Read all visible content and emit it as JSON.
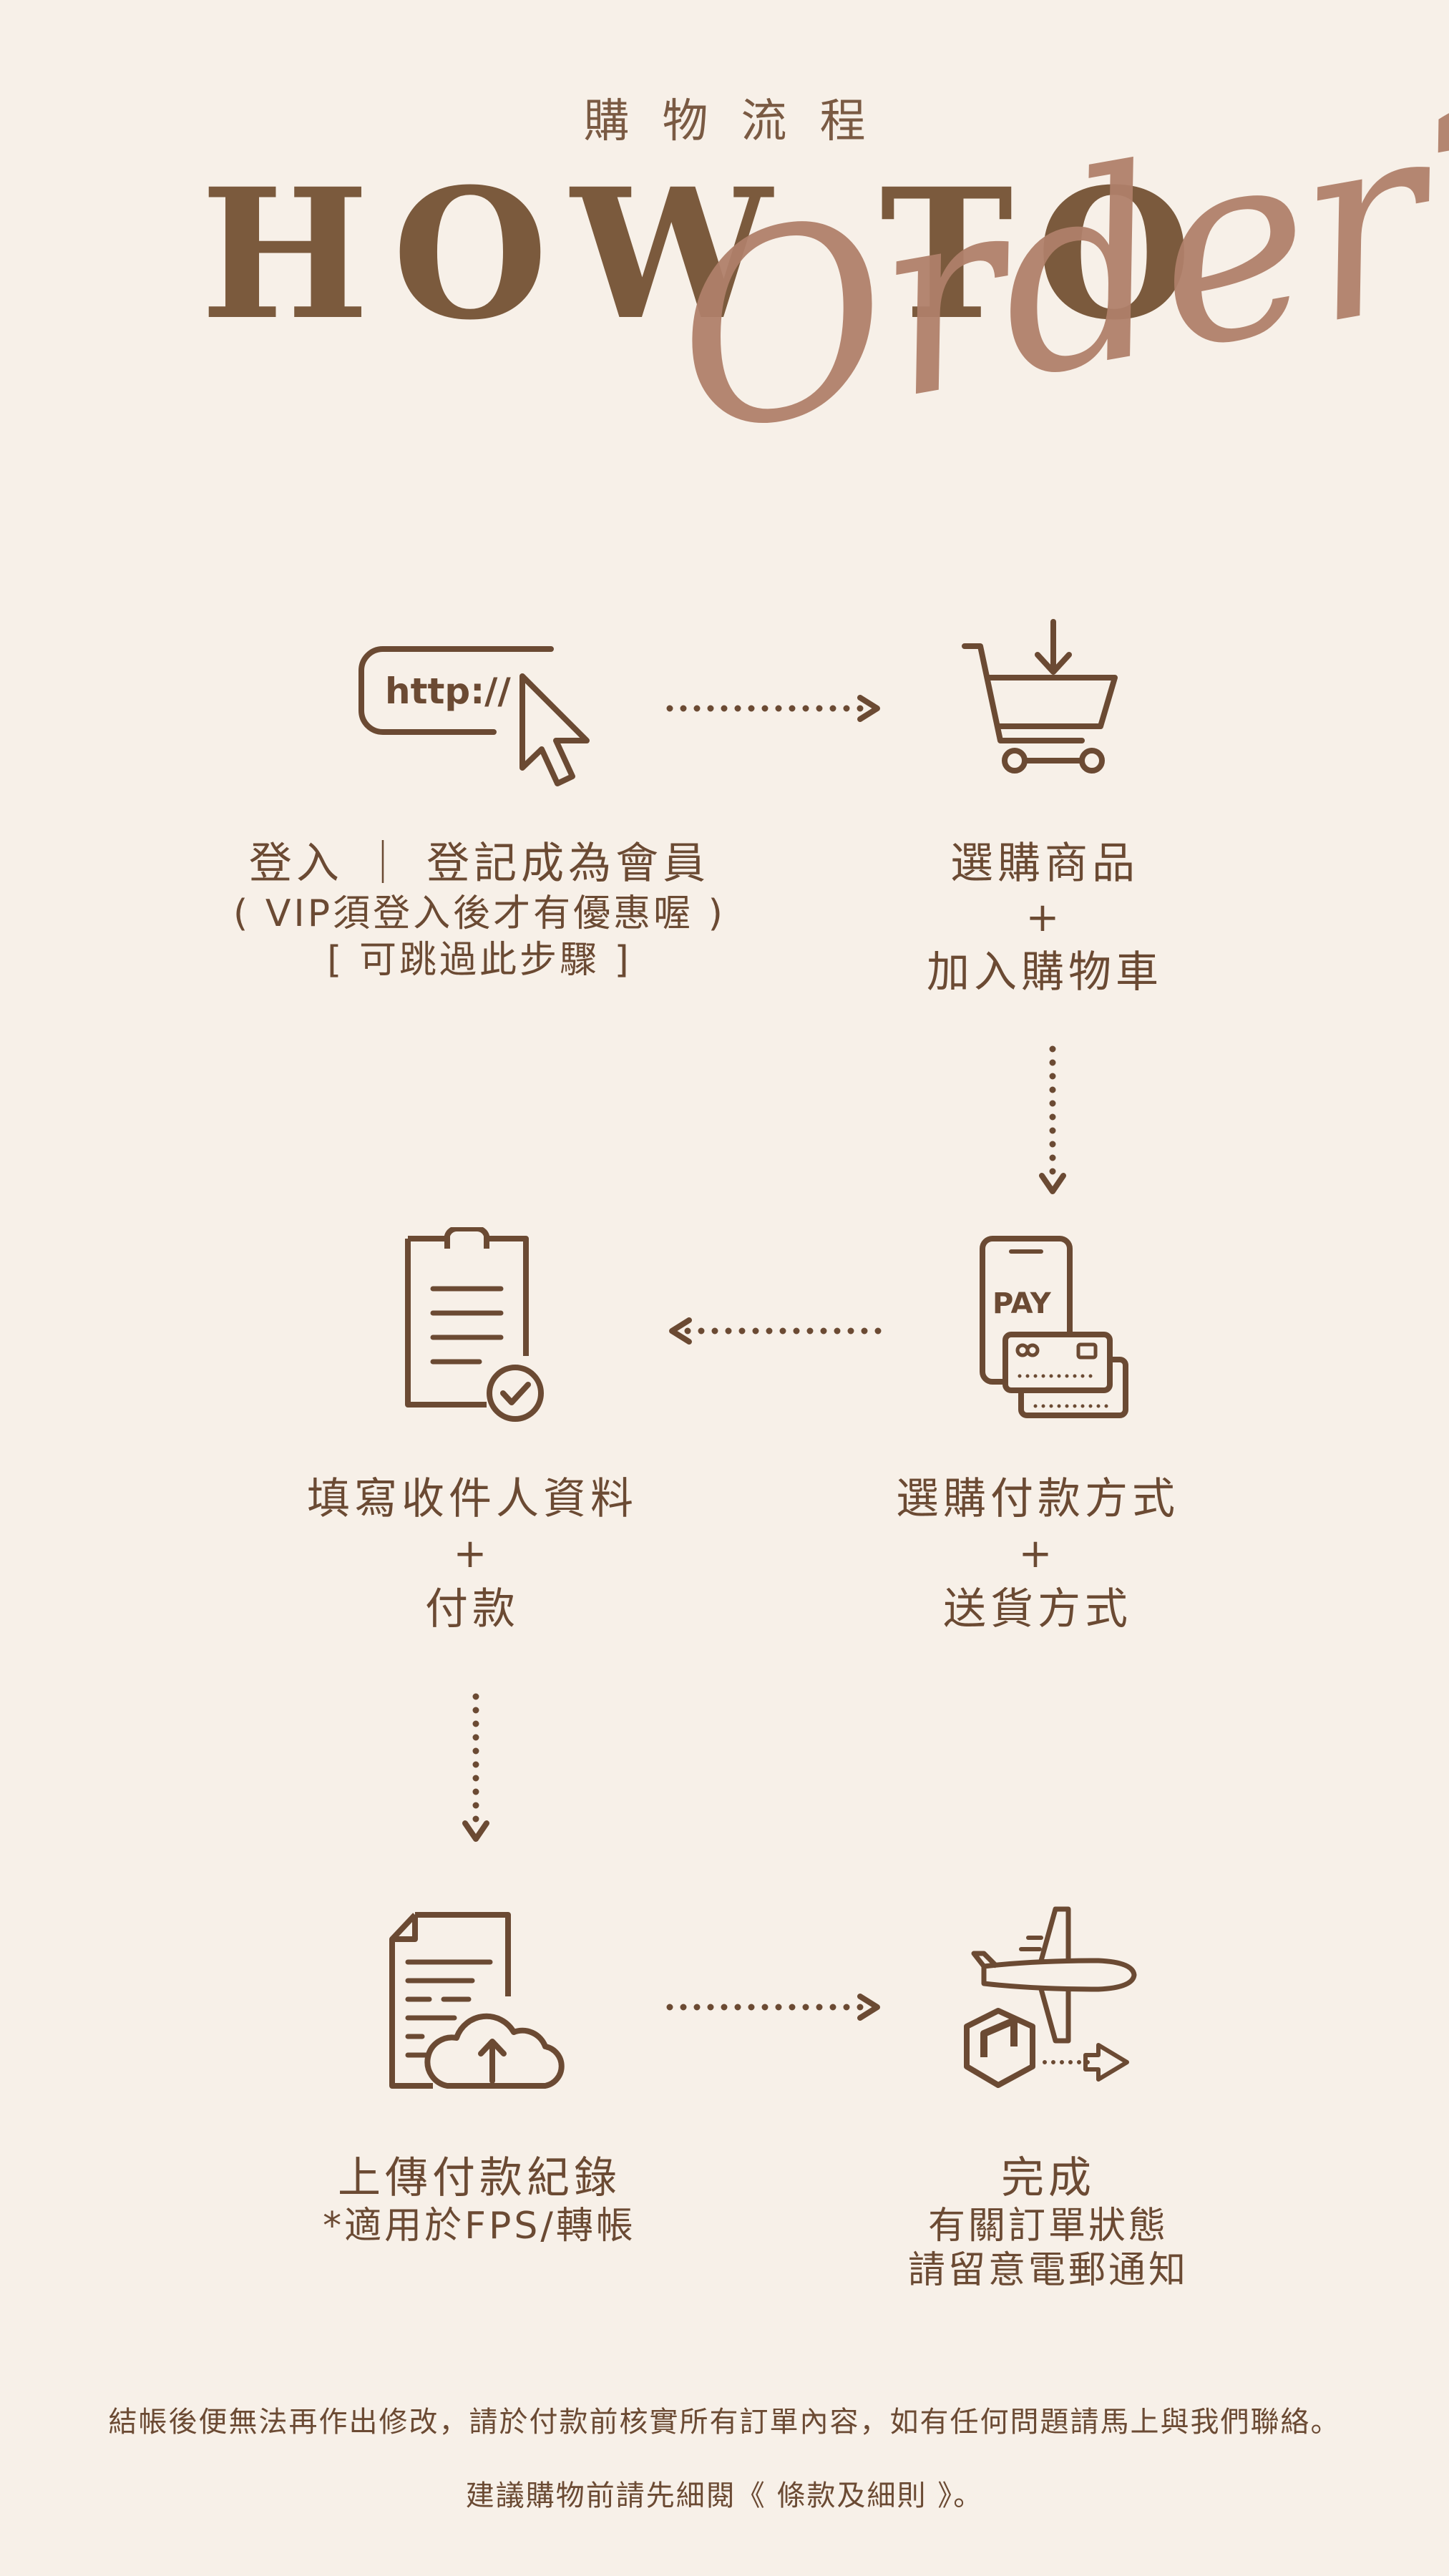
{
  "header": {
    "eyebrow": "購物流程",
    "title_line1": "HOW TO",
    "title_script": "Order?"
  },
  "steps": [
    {
      "icon": "http-cursor-icon",
      "icon_text": "http://",
      "line1": "登入 ｜ 登記成為會員",
      "line2": "( VIP須登入後才有優惠喔 )",
      "line3": "[ 可跳過此步驟 ]"
    },
    {
      "icon": "shopping-cart-icon",
      "line1": "選購商品",
      "plus": "+",
      "line2": "加入購物車"
    },
    {
      "icon": "mobile-pay-card-icon",
      "icon_text": "PAY",
      "line1": "選購付款方式",
      "plus": "+",
      "line2": "送貨方式"
    },
    {
      "icon": "clipboard-check-icon",
      "line1": "填寫收件人資料",
      "plus": "+",
      "line2": "付款"
    },
    {
      "icon": "document-cloud-upload-icon",
      "line1": "上傳付款紀錄",
      "line2": "*適用於FPS/轉帳"
    },
    {
      "icon": "plane-package-delivery-icon",
      "line1": "完成",
      "line2": "有關訂單狀態",
      "line3": "請留意電郵通知"
    }
  ],
  "footer": {
    "line1": "結帳後便無法再作出修改，請於付款前核實所有訂單內容，如有任何問題請馬上與我們聯絡。",
    "line2": "建議購物前請先細閱《 條款及細則 》。"
  },
  "colors": {
    "background": "#f7f0e8",
    "text_brown": "#6b4a33",
    "title_brown": "#7b5a3d",
    "script_rose": "#b0806a"
  }
}
